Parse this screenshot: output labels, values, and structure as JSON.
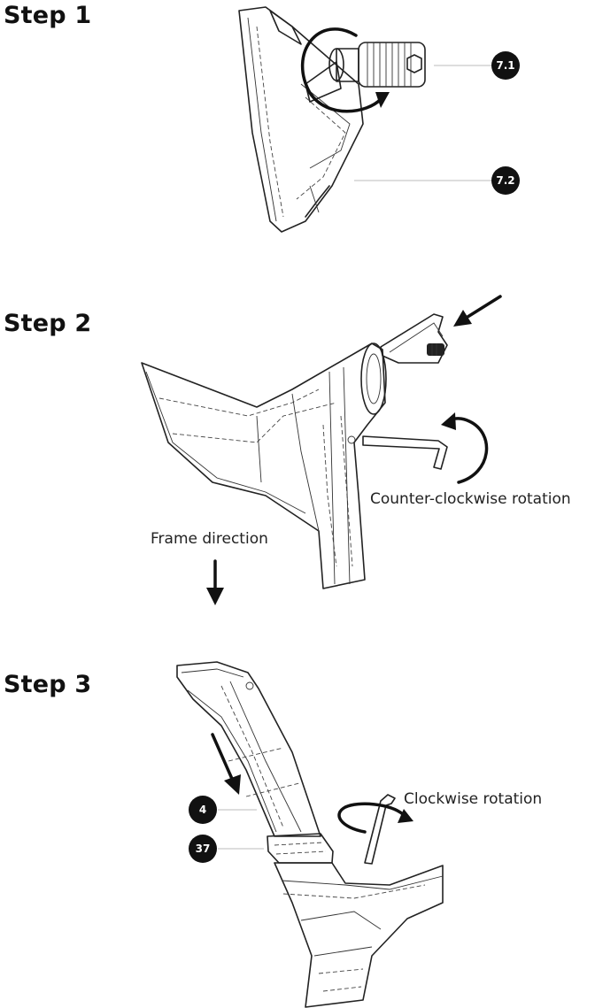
{
  "steps": [
    {
      "title": "Step 1"
    },
    {
      "title": "Step 2"
    },
    {
      "title": "Step 3"
    }
  ],
  "callouts": {
    "c71": "7.1",
    "c72": "7.2",
    "c4": "4",
    "c37": "37"
  },
  "captions": {
    "counter_clockwise": "Counter-clockwise rotation",
    "frame_direction": "Frame direction",
    "clockwise": "Clockwise rotation"
  },
  "icons": [
    "rotation-arrow-icon",
    "insert-arrow-icon",
    "down-arrow-icon",
    "hex-key-icon"
  ]
}
